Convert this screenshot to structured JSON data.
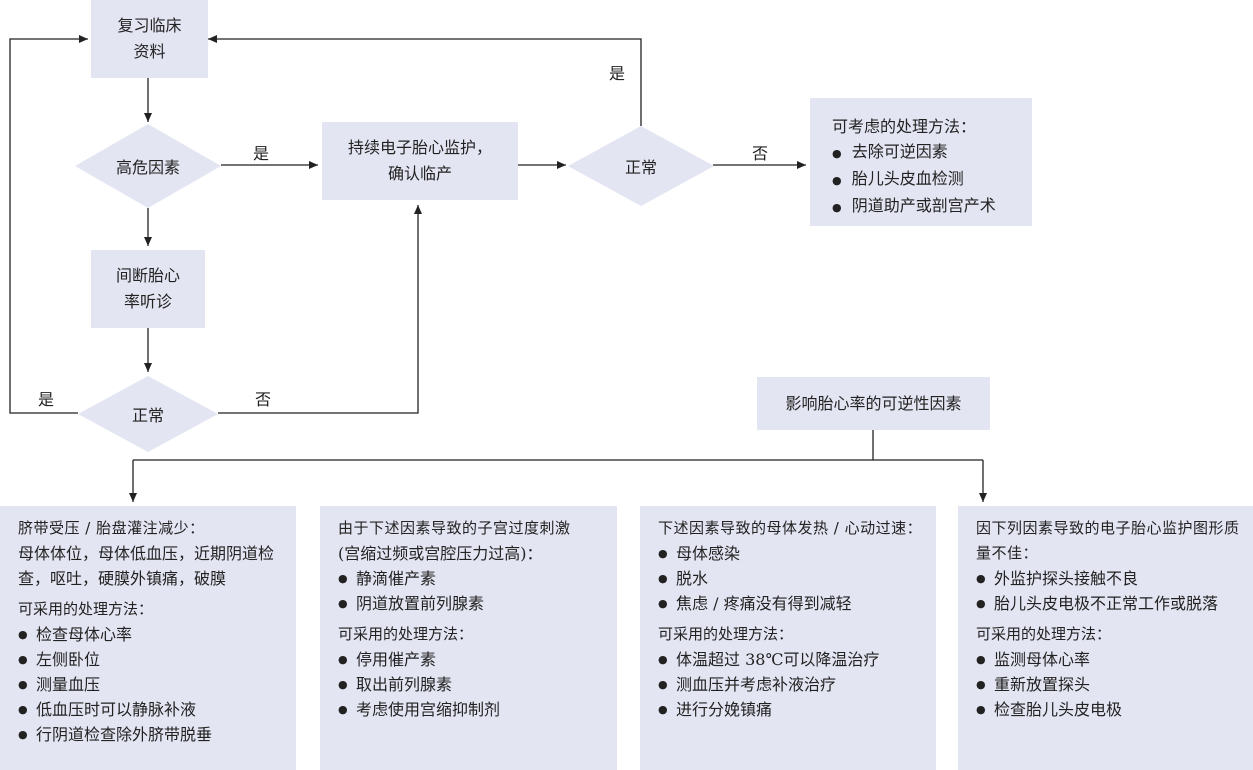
{
  "flow": {
    "review": "复习临床\n资料",
    "high_risk": "高危因素",
    "efm": "持续电子胎心监护，\n确认临产",
    "normal_top": "正常",
    "intermittent": "间断胎心\n率听诊",
    "normal_bottom": "正常",
    "reversible": "影响胎心率的可逆性因素"
  },
  "edge_labels": {
    "yes_highrisk": "是",
    "yes_top_loop": "是",
    "no_top": "否",
    "yes_left_loop": "是",
    "no_bottom": "否"
  },
  "options": {
    "title": "可考虑的处理方法：",
    "items": [
      "去除可逆因素",
      "胎儿头皮血检测",
      "阴道助产或剖宫产术"
    ]
  },
  "panels": [
    {
      "heading": "脐带受压 / 胎盘灌注减少：",
      "body": "母体体位，母体低血压，近期阴道检查，呕吐，硬膜外镇痛，破膜",
      "items": [],
      "sub": "可采用的处理方法：",
      "actions": [
        "检查母体心率",
        "左侧卧位",
        "测量血压",
        "低血压时可以静脉补液",
        "行阴道检查除外脐带脱垂"
      ]
    },
    {
      "heading": "由于下述因素导致的子宫过度刺激",
      "body": "(宫缩过频或宫腔压力过高)：",
      "items": [
        "静滴催产素",
        "阴道放置前列腺素"
      ],
      "sub": "可采用的处理方法：",
      "actions": [
        "停用催产素",
        "取出前列腺素",
        "考虑使用宫缩抑制剂"
      ]
    },
    {
      "heading": "下述因素导致的母体发热 / 心动过速：",
      "body": "",
      "items": [
        "母体感染",
        "脱水",
        "焦虑 / 疼痛没有得到减轻"
      ],
      "sub": "可采用的处理方法：",
      "actions": [
        "体温超过 38℃可以降温治疗",
        "测血压并考虑补液治疗",
        "进行分娩镇痛"
      ]
    },
    {
      "heading": "因下列因素导致的电子胎心监护图形质量不佳：",
      "body": "",
      "items": [
        "外监护探头接触不良",
        "胎儿头皮电极不正常工作或脱落"
      ],
      "sub": "可采用的处理方法：",
      "actions": [
        "监测母体心率",
        "重新放置探头",
        "检查胎儿头皮电极"
      ]
    }
  ],
  "colors": {
    "box_fill": "#e4e5f3",
    "line": "#222222"
  }
}
